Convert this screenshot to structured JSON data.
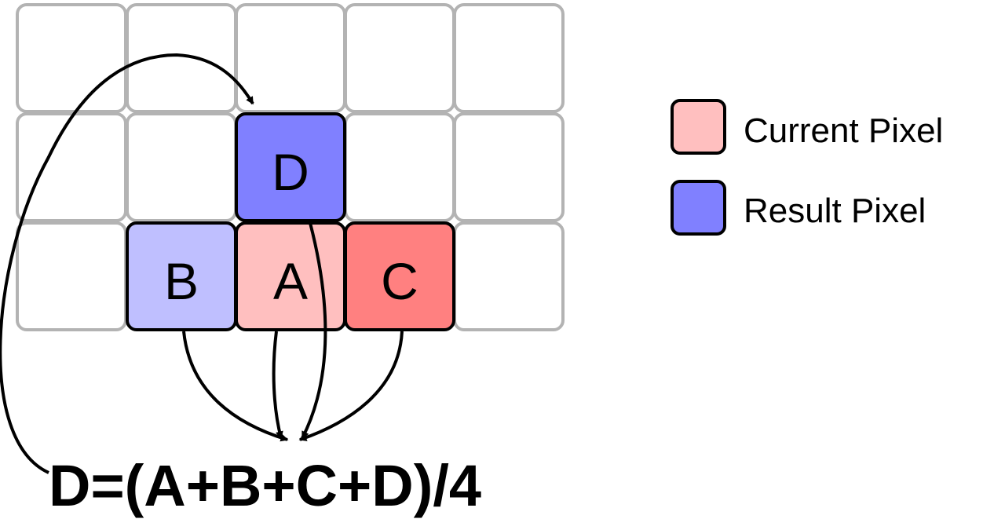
{
  "colors": {
    "grid_stroke": "#b3b3b3",
    "cell_stroke": "#000000",
    "current_pixel": "#ffbfbf",
    "result_pixel": "#8080ff",
    "neighbor_b": "#bfbfff",
    "neighbor_c": "#ff8080",
    "arrow": "#000000"
  },
  "cells": {
    "d": "D",
    "b": "B",
    "a": "A",
    "c": "C"
  },
  "legend": {
    "current": "Current Pixel",
    "result": "Result Pixel"
  },
  "formula": "D=(A+B+C+D)/4"
}
